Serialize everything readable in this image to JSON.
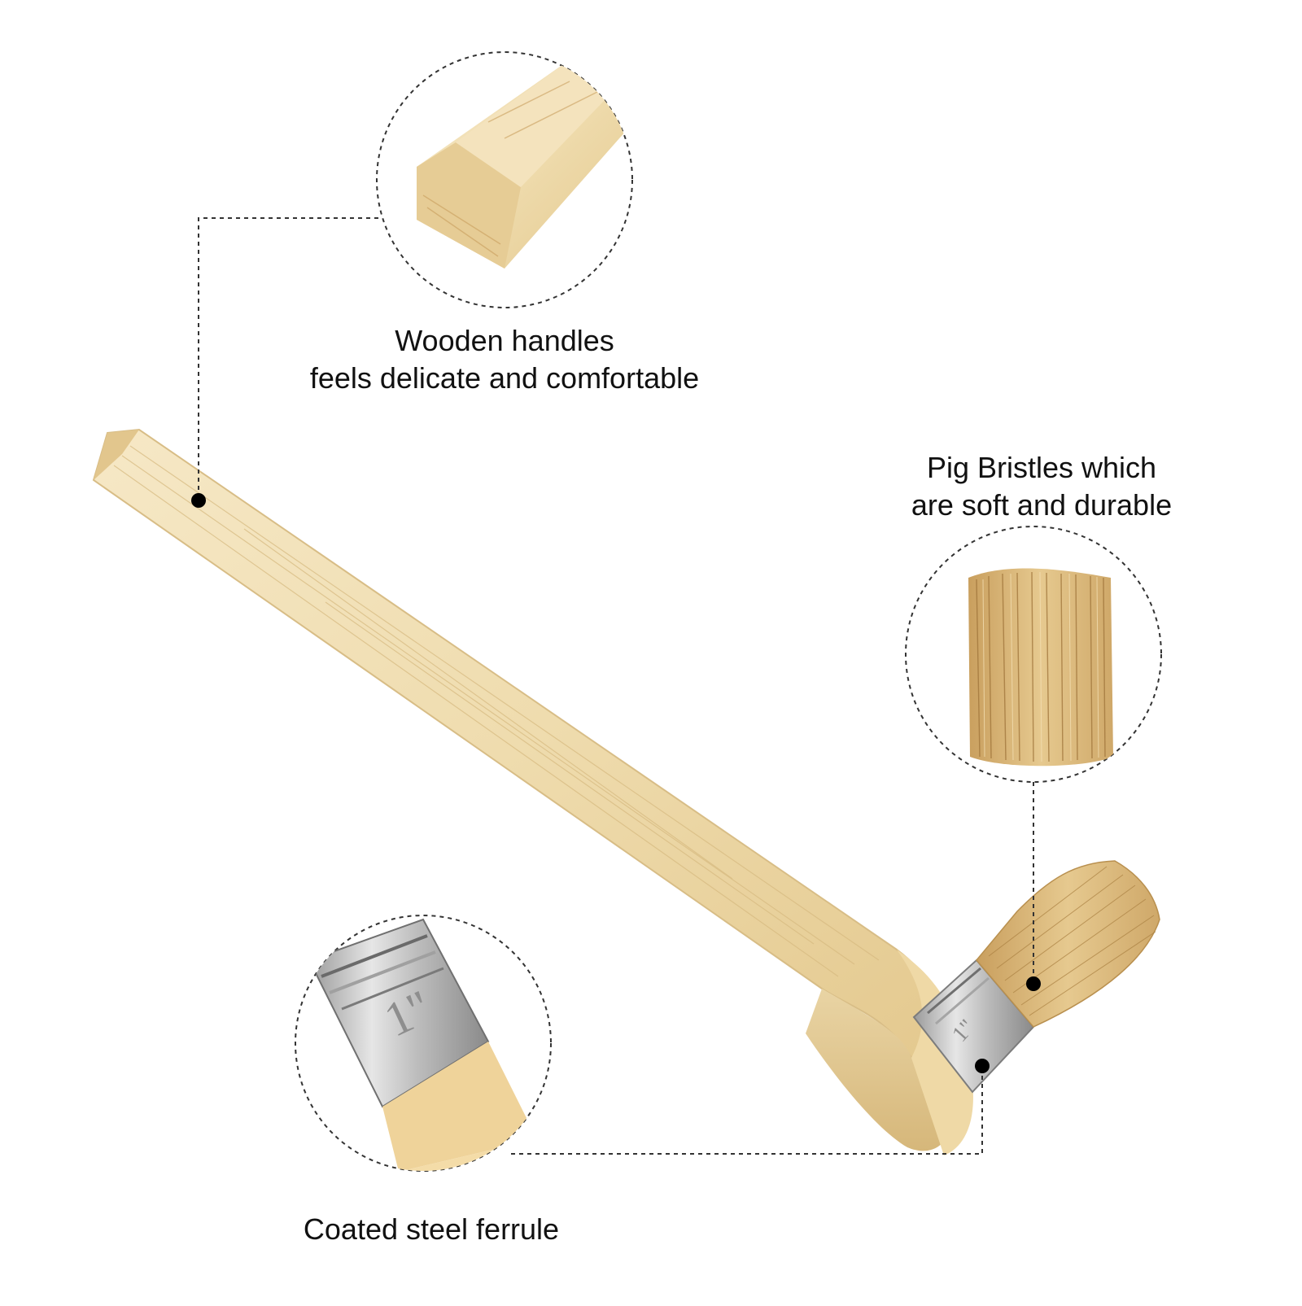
{
  "callouts": {
    "handle": {
      "line1": "Wooden handles",
      "line2": "feels delicate and comfortable"
    },
    "bristles": {
      "line1": "Pig Bristles which",
      "line2": "are soft and durable"
    },
    "ferrule": {
      "line1": "Coated steel ferrule"
    }
  },
  "brush": {
    "size_mark": "1\""
  },
  "colors": {
    "background": "#ffffff",
    "text": "#111111",
    "wood_light": "#f3e3bd",
    "wood_mid": "#e8cf99",
    "wood_dark": "#c9a96a",
    "bristle": "#d9b779",
    "bristle_dark": "#b88d4c",
    "steel": "#c7c7c7",
    "steel_dark": "#8c8c8c",
    "leader_line": "#333333"
  }
}
